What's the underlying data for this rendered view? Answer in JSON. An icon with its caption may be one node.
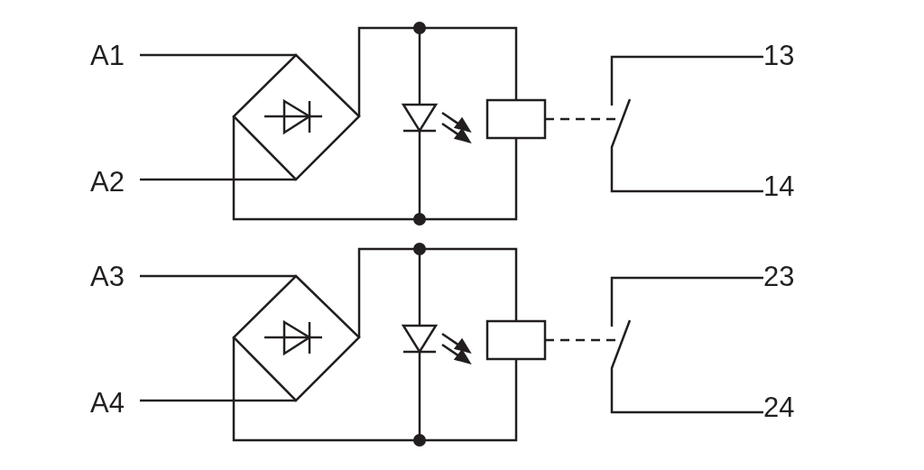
{
  "diagram": {
    "labels": [
      "A1",
      "13",
      "A2",
      "14",
      "A3",
      "23",
      "A4",
      "24"
    ]
  }
}
